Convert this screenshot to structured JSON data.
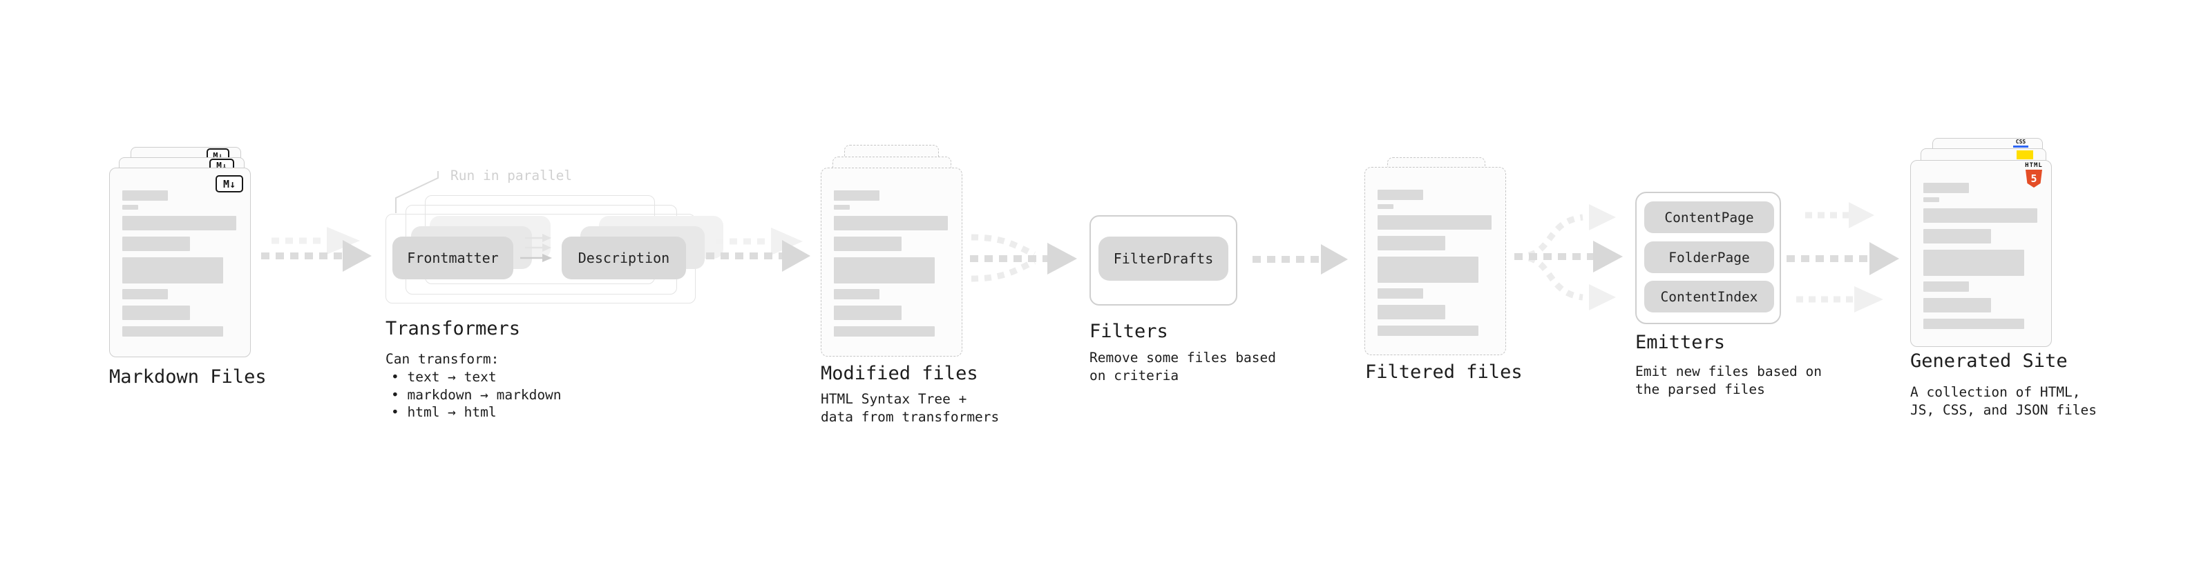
{
  "sections": {
    "markdown": {
      "label": "Markdown Files",
      "badge": "M↓"
    },
    "transformers": {
      "label": "Transformers",
      "annotation": "Run in parallel",
      "pills": [
        "Frontmatter",
        "Description"
      ],
      "desc_title": "Can transform:",
      "bullets": [
        "• text → text",
        "• markdown → markdown",
        "• html → html"
      ]
    },
    "modified": {
      "label": "Modified files",
      "desc": "HTML Syntax Tree +\ndata from transformers"
    },
    "filters": {
      "label": "Filters",
      "pill": "FilterDrafts",
      "desc": "Remove some files based\non criteria"
    },
    "filtered": {
      "label": "Filtered files"
    },
    "emitters": {
      "label": "Emitters",
      "pills": [
        "ContentPage",
        "FolderPage",
        "ContentIndex"
      ],
      "desc": "Emit new files based on\nthe parsed files"
    },
    "generated": {
      "label": "Generated Site",
      "badges": {
        "css": "CSS",
        "html_label": "HTML",
        "html_number": "5"
      },
      "desc": "A collection of HTML,\nJS, CSS, and JSON files"
    }
  },
  "colors": {
    "html5_orange": "#e44d26",
    "js_yellow": "#ffde00",
    "css_blue": "#2e66f5",
    "pill_gray": "#d9d9d9",
    "bar_gray": "#dadada",
    "arrow_dark": "#dcdcdc",
    "arrow_light": "#f0f0f0",
    "text_dark": "#1d1d1d",
    "annotation_gray": "#d0d0d0"
  }
}
